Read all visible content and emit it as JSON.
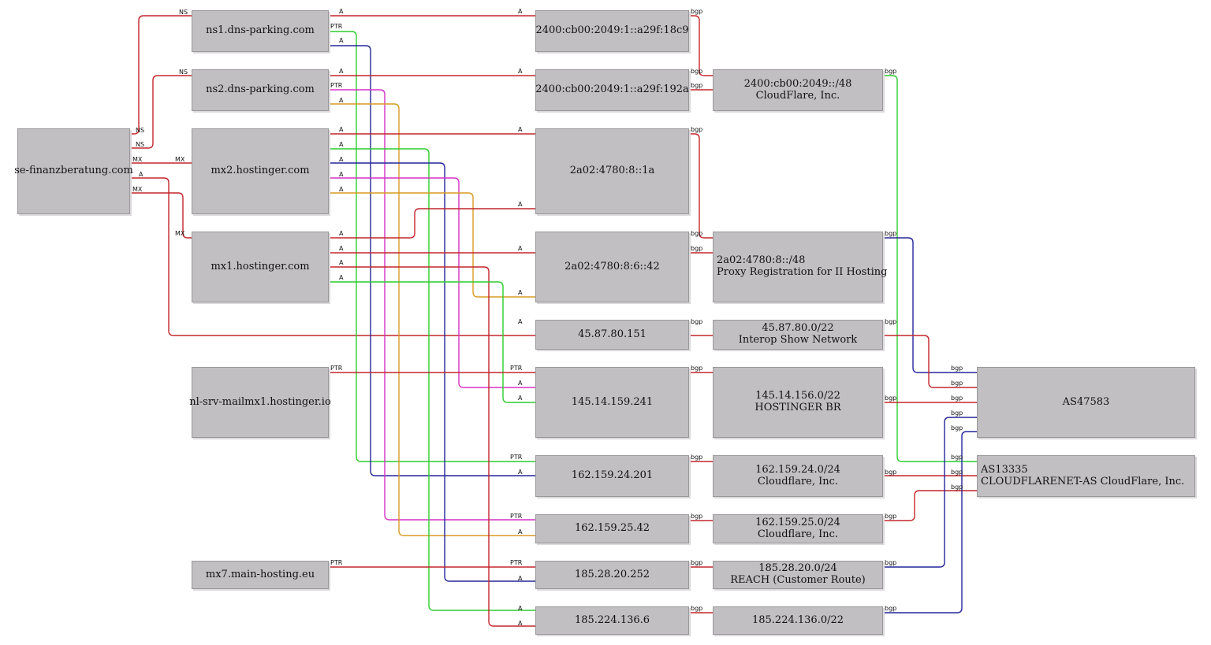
{
  "colors": {
    "red": "#c4262c",
    "green": "#2ecc2e",
    "blue": "#25259b",
    "magenta": "#d631c6",
    "orange": "#d89a24"
  },
  "nodes": {
    "dom": {
      "l1": "se-finanzberatung.com"
    },
    "ns1": {
      "l1": "ns1.dns-parking.com"
    },
    "ns2": {
      "l1": "ns2.dns-parking.com"
    },
    "mx2": {
      "l1": "mx2.hostinger.com"
    },
    "mx1": {
      "l1": "mx1.hostinger.com"
    },
    "nl": {
      "l1": "nl-srv-mailmx1.hostinger.io"
    },
    "mx7": {
      "l1": "mx7.main-hosting.eu"
    },
    "ip6a": {
      "l1": "2400:cb00:2049:1::a29f:18c9"
    },
    "ip6b": {
      "l1": "2400:cb00:2049:1::a29f:192a"
    },
    "ip6c": {
      "l1": "2a02:4780:8::1a"
    },
    "ip6d": {
      "l1": "2a02:4780:8:6::42"
    },
    "ip1": {
      "l1": "45.87.80.151"
    },
    "ip2": {
      "l1": "145.14.159.241"
    },
    "ip3": {
      "l1": "162.159.24.201"
    },
    "ip4": {
      "l1": "162.159.25.42"
    },
    "ip5": {
      "l1": "185.28.20.252"
    },
    "ip6": {
      "l1": "185.224.136.6"
    },
    "pf1": {
      "l1": "2400:cb00:2049::/48",
      "l2": "CloudFlare, Inc."
    },
    "pf2": {
      "l1": "2a02:4780:8::/48",
      "l2": "Proxy Registration for II Hosting"
    },
    "pf3": {
      "l1": "45.87.80.0/22",
      "l2": "Interop Show Network"
    },
    "pf4": {
      "l1": "145.14.156.0/22",
      "l2": "HOSTINGER BR"
    },
    "pf5": {
      "l1": "162.159.24.0/24",
      "l2": "Cloudflare, Inc."
    },
    "pf6": {
      "l1": "162.159.25.0/24",
      "l2": "Cloudflare, Inc."
    },
    "pf7": {
      "l1": "185.28.20.0/24",
      "l2": "REACH (Customer Route)"
    },
    "pf8": {
      "l1": "185.224.136.0/22"
    },
    "as1": {
      "l1": "AS47583"
    },
    "as2": {
      "l1": "AS13335",
      "l2": "CLOUDFLARENET-AS CloudFlare, Inc."
    }
  },
  "edge_labels": {
    "ns": "NS",
    "mx": "MX",
    "a": "A",
    "ptr": "PTR",
    "bgp": "bgp"
  }
}
